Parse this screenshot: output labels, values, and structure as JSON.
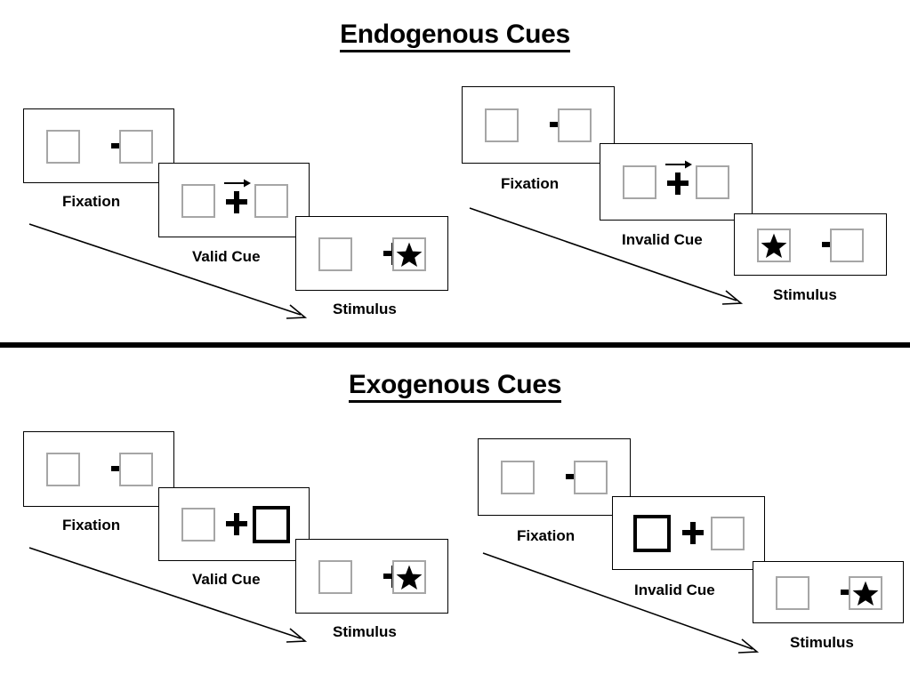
{
  "figure": {
    "title_endogenous": "Endogenous Cues",
    "title_exogenous": "Exogenous Cues",
    "divider_color": "#000000",
    "box_border_color": "#a6a6a6",
    "cued_box_border_color": "#000000",
    "frame_border_color": "#000000",
    "background_color": "#ffffff"
  },
  "sections": [
    {
      "id": "endogenous",
      "title": "Endogenous Cues",
      "cue_type": "arrow",
      "sequences": [
        {
          "id": "endogenous-valid",
          "validity": "valid",
          "frames": [
            {
              "label": "Fixation",
              "left_box": "empty",
              "right_box": "empty",
              "cue": "none",
              "target_side": "none"
            },
            {
              "label": "Valid Cue",
              "left_box": "empty",
              "right_box": "empty",
              "cue": "arrow-right",
              "target_side": "none"
            },
            {
              "label": "Stimulus",
              "left_box": "empty",
              "right_box": "star",
              "cue": "none",
              "target_side": "right"
            }
          ]
        },
        {
          "id": "endogenous-invalid",
          "validity": "invalid",
          "frames": [
            {
              "label": "Fixation",
              "left_box": "empty",
              "right_box": "empty",
              "cue": "none",
              "target_side": "none"
            },
            {
              "label": "Invalid Cue",
              "left_box": "empty",
              "right_box": "empty",
              "cue": "arrow-right",
              "target_side": "none"
            },
            {
              "label": "Stimulus",
              "left_box": "star",
              "right_box": "empty",
              "cue": "none",
              "target_side": "left"
            }
          ]
        }
      ]
    },
    {
      "id": "exogenous",
      "title": "Exogenous Cues",
      "cue_type": "box-highlight",
      "sequences": [
        {
          "id": "exogenous-valid",
          "validity": "valid",
          "frames": [
            {
              "label": "Fixation",
              "left_box": "empty",
              "right_box": "empty",
              "cue": "none",
              "target_side": "none"
            },
            {
              "label": "Valid Cue",
              "left_box": "empty",
              "right_box": "cued",
              "cue": "box-right",
              "target_side": "none"
            },
            {
              "label": "Stimulus",
              "left_box": "empty",
              "right_box": "star",
              "cue": "none",
              "target_side": "right"
            }
          ]
        },
        {
          "id": "exogenous-invalid",
          "validity": "invalid",
          "frames": [
            {
              "label": "Fixation",
              "left_box": "empty",
              "right_box": "empty",
              "cue": "none",
              "target_side": "none"
            },
            {
              "label": "Invalid Cue",
              "left_box": "cued",
              "right_box": "empty",
              "cue": "box-left",
              "target_side": "none"
            },
            {
              "label": "Stimulus",
              "left_box": "empty",
              "right_box": "star",
              "cue": "none",
              "target_side": "right"
            }
          ]
        }
      ]
    }
  ],
  "labels": {
    "fixation": "Fixation",
    "valid_cue": "Valid Cue",
    "invalid_cue": "Invalid Cue",
    "stimulus": "Stimulus"
  },
  "icons": {
    "fixation_cross": "fixation-cross-icon",
    "cue_arrow": "cue-arrow-right-icon",
    "target_star": "star-icon",
    "time_arrow": "time-flow-arrow-icon"
  }
}
